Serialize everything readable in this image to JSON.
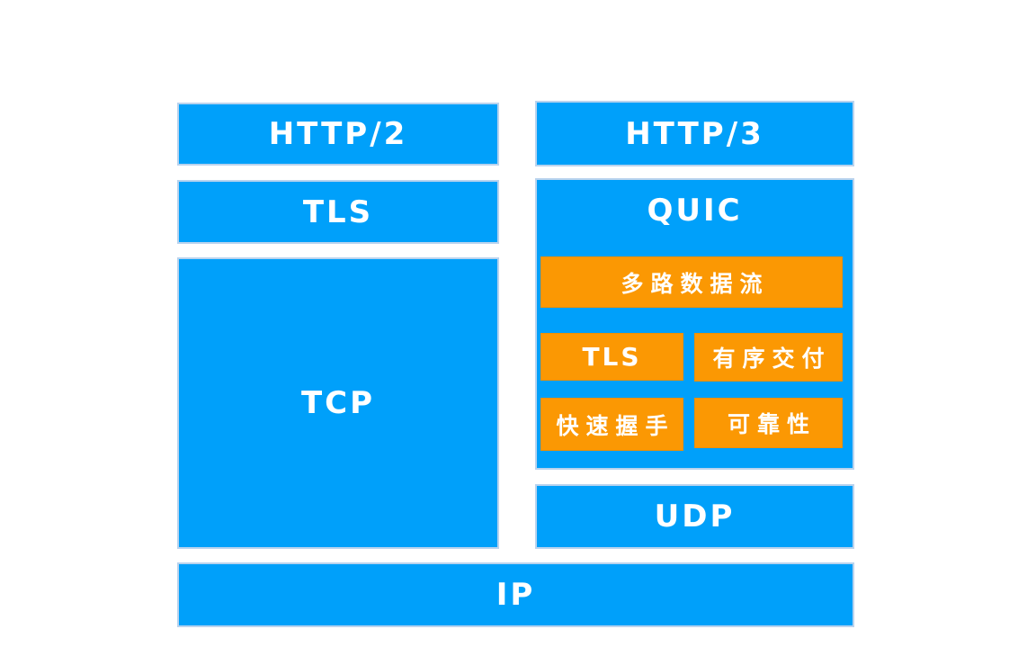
{
  "diagram": {
    "colors": {
      "layer_blue": "#00a0fa",
      "feature_orange": "#fb9803",
      "text_white": "#ffffff"
    },
    "left_column": {
      "http2": "HTTP/2",
      "tls": "TLS",
      "tcp": "TCP"
    },
    "right_column": {
      "http3": "HTTP/3",
      "quic": {
        "label": "QUIC",
        "features": [
          "多路数据流",
          "TLS",
          "有序交付",
          "快速握手",
          "可靠性"
        ]
      },
      "udp": "UDP"
    },
    "bottom_row": {
      "ip": "IP"
    }
  }
}
